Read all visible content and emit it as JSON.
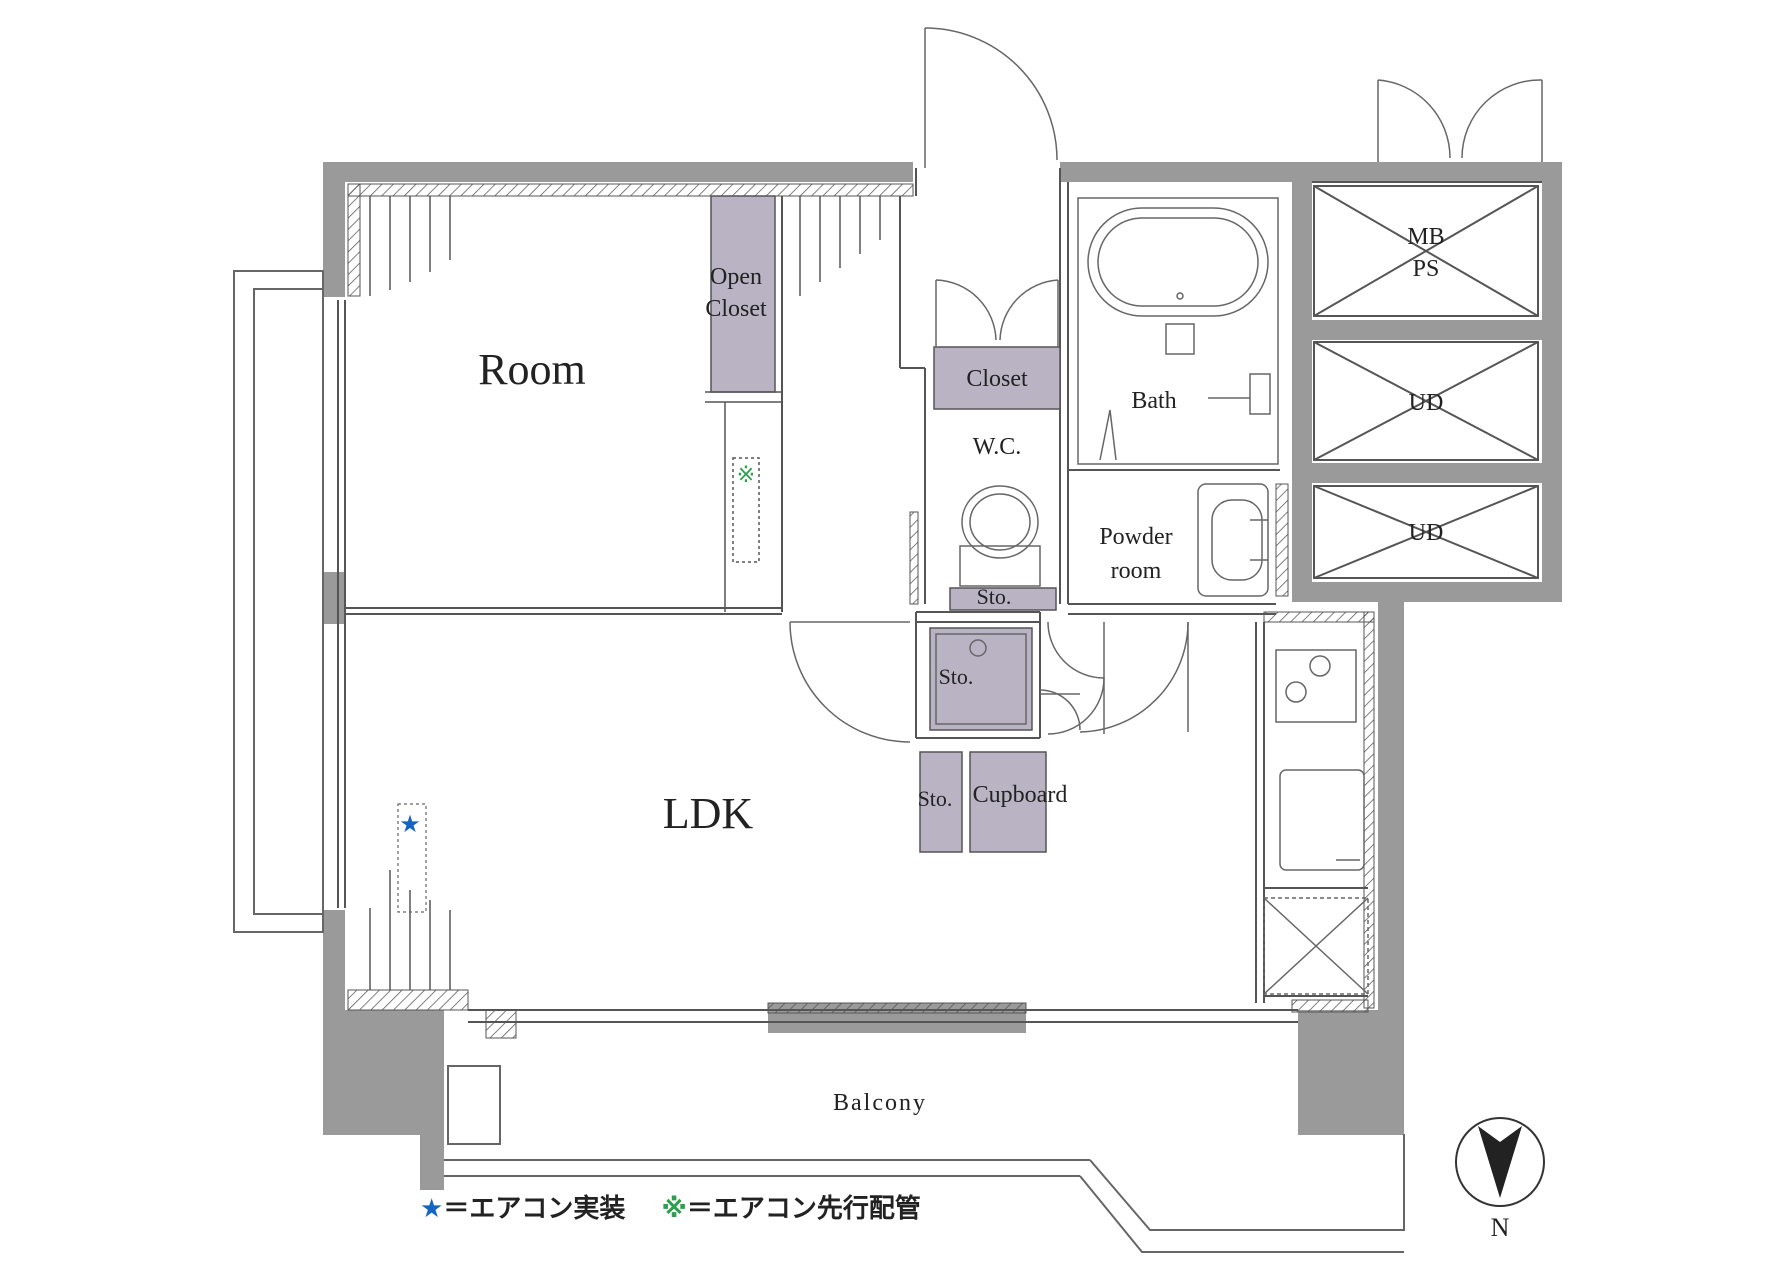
{
  "rooms": {
    "room": "Room",
    "ldk": "LDK",
    "open_closet_1": "Open",
    "open_closet_2": "Closet",
    "closet": "Closet",
    "wc": "W.C.",
    "bath": "Bath",
    "powder_1": "Powder",
    "powder_2": "room",
    "sto_wc": "Sto.",
    "sto_center": "Sto.",
    "sto_lower": "Sto.",
    "cupboard": "Cupboard",
    "balcony": "Balcony",
    "mb": "MB",
    "ps": "PS",
    "ud_1": "UD",
    "ud_2": "UD"
  },
  "compass": {
    "label": "N"
  },
  "markers": {
    "star": "★",
    "kome": "※"
  },
  "legend": {
    "star_symbol": "★",
    "star_text": "＝エアコン実装",
    "kome_symbol": "※",
    "kome_text": "＝エアコン先行配管"
  },
  "colors": {
    "wall": "#999999",
    "storage": "#b9b3c4",
    "line": "#555555",
    "star": "#1565c0",
    "kome": "#2e9e4f"
  }
}
